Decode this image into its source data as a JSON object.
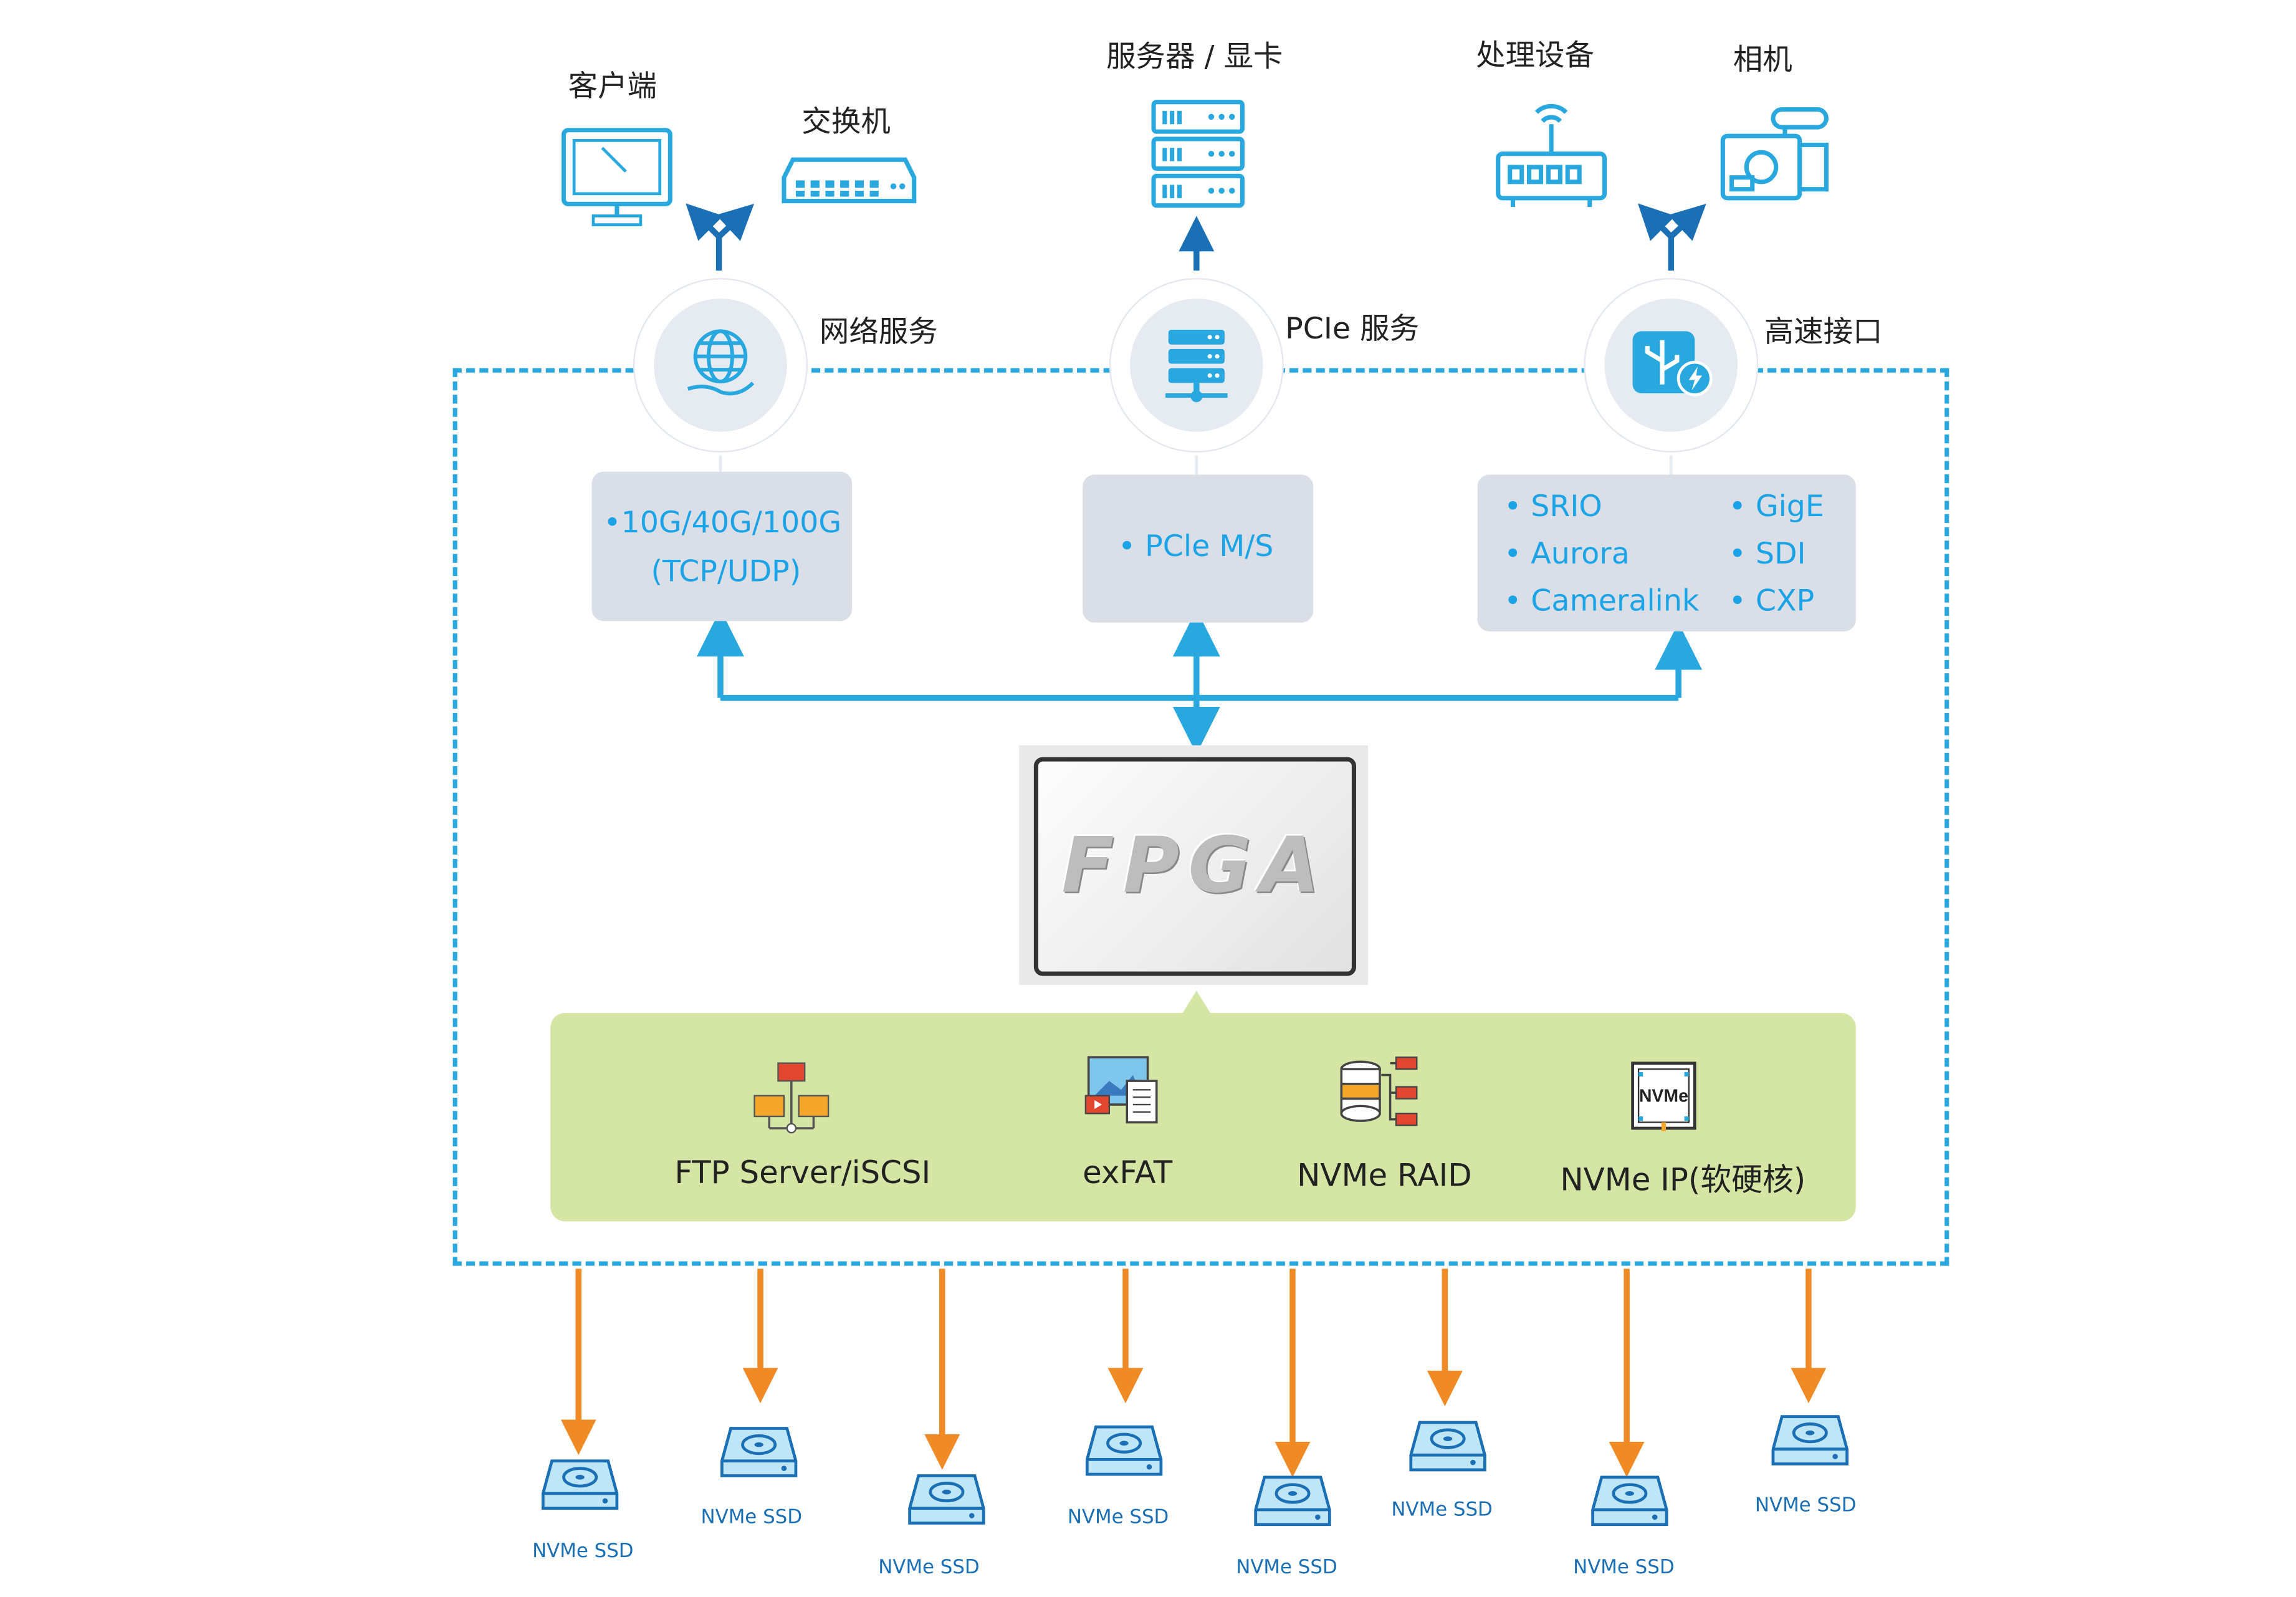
{
  "devices": {
    "client": "客户端",
    "switch": "交换机",
    "server_gpu": "服务器 / 显卡",
    "processing": "处理设备",
    "camera": "相机"
  },
  "services": {
    "network": "网络服务",
    "pcie": "PCIe 服务",
    "highspeed": "高速接口"
  },
  "boxes": {
    "network": [
      "•10G/40G/100G",
      "(TCP/UDP)"
    ],
    "pcie": "• PCle M/S",
    "highspeed_left": [
      "• SRIO",
      "• Aurora",
      "• Cameralink"
    ],
    "highspeed_right": [
      "• GigE",
      "• SDI",
      "• CXP"
    ]
  },
  "fpga": {
    "label": "FPGA"
  },
  "storage_features": [
    {
      "label": "FTP Server/iSCSI",
      "icon": "network-server-icon"
    },
    {
      "label": "exFAT",
      "icon": "file-system-icon"
    },
    {
      "label": "NVMe RAID",
      "icon": "raid-database-icon"
    },
    {
      "label": "NVMe IP(软硬核)",
      "icon": "nvme-chip-icon",
      "badge": "NVMe"
    }
  ],
  "ssds": [
    "NVMe SSD",
    "NVMe SSD",
    "NVMe SSD",
    "NVMe SSD",
    "NVMe SSD",
    "NVMe SSD",
    "NVMe SSD",
    "NVMe SSD"
  ],
  "colors": {
    "blue": "#29a8e0",
    "dark_blue": "#1a6fb5",
    "orange": "#f08a24",
    "green_panel": "#d5e6a4",
    "box_grey": "#d9dee7"
  }
}
